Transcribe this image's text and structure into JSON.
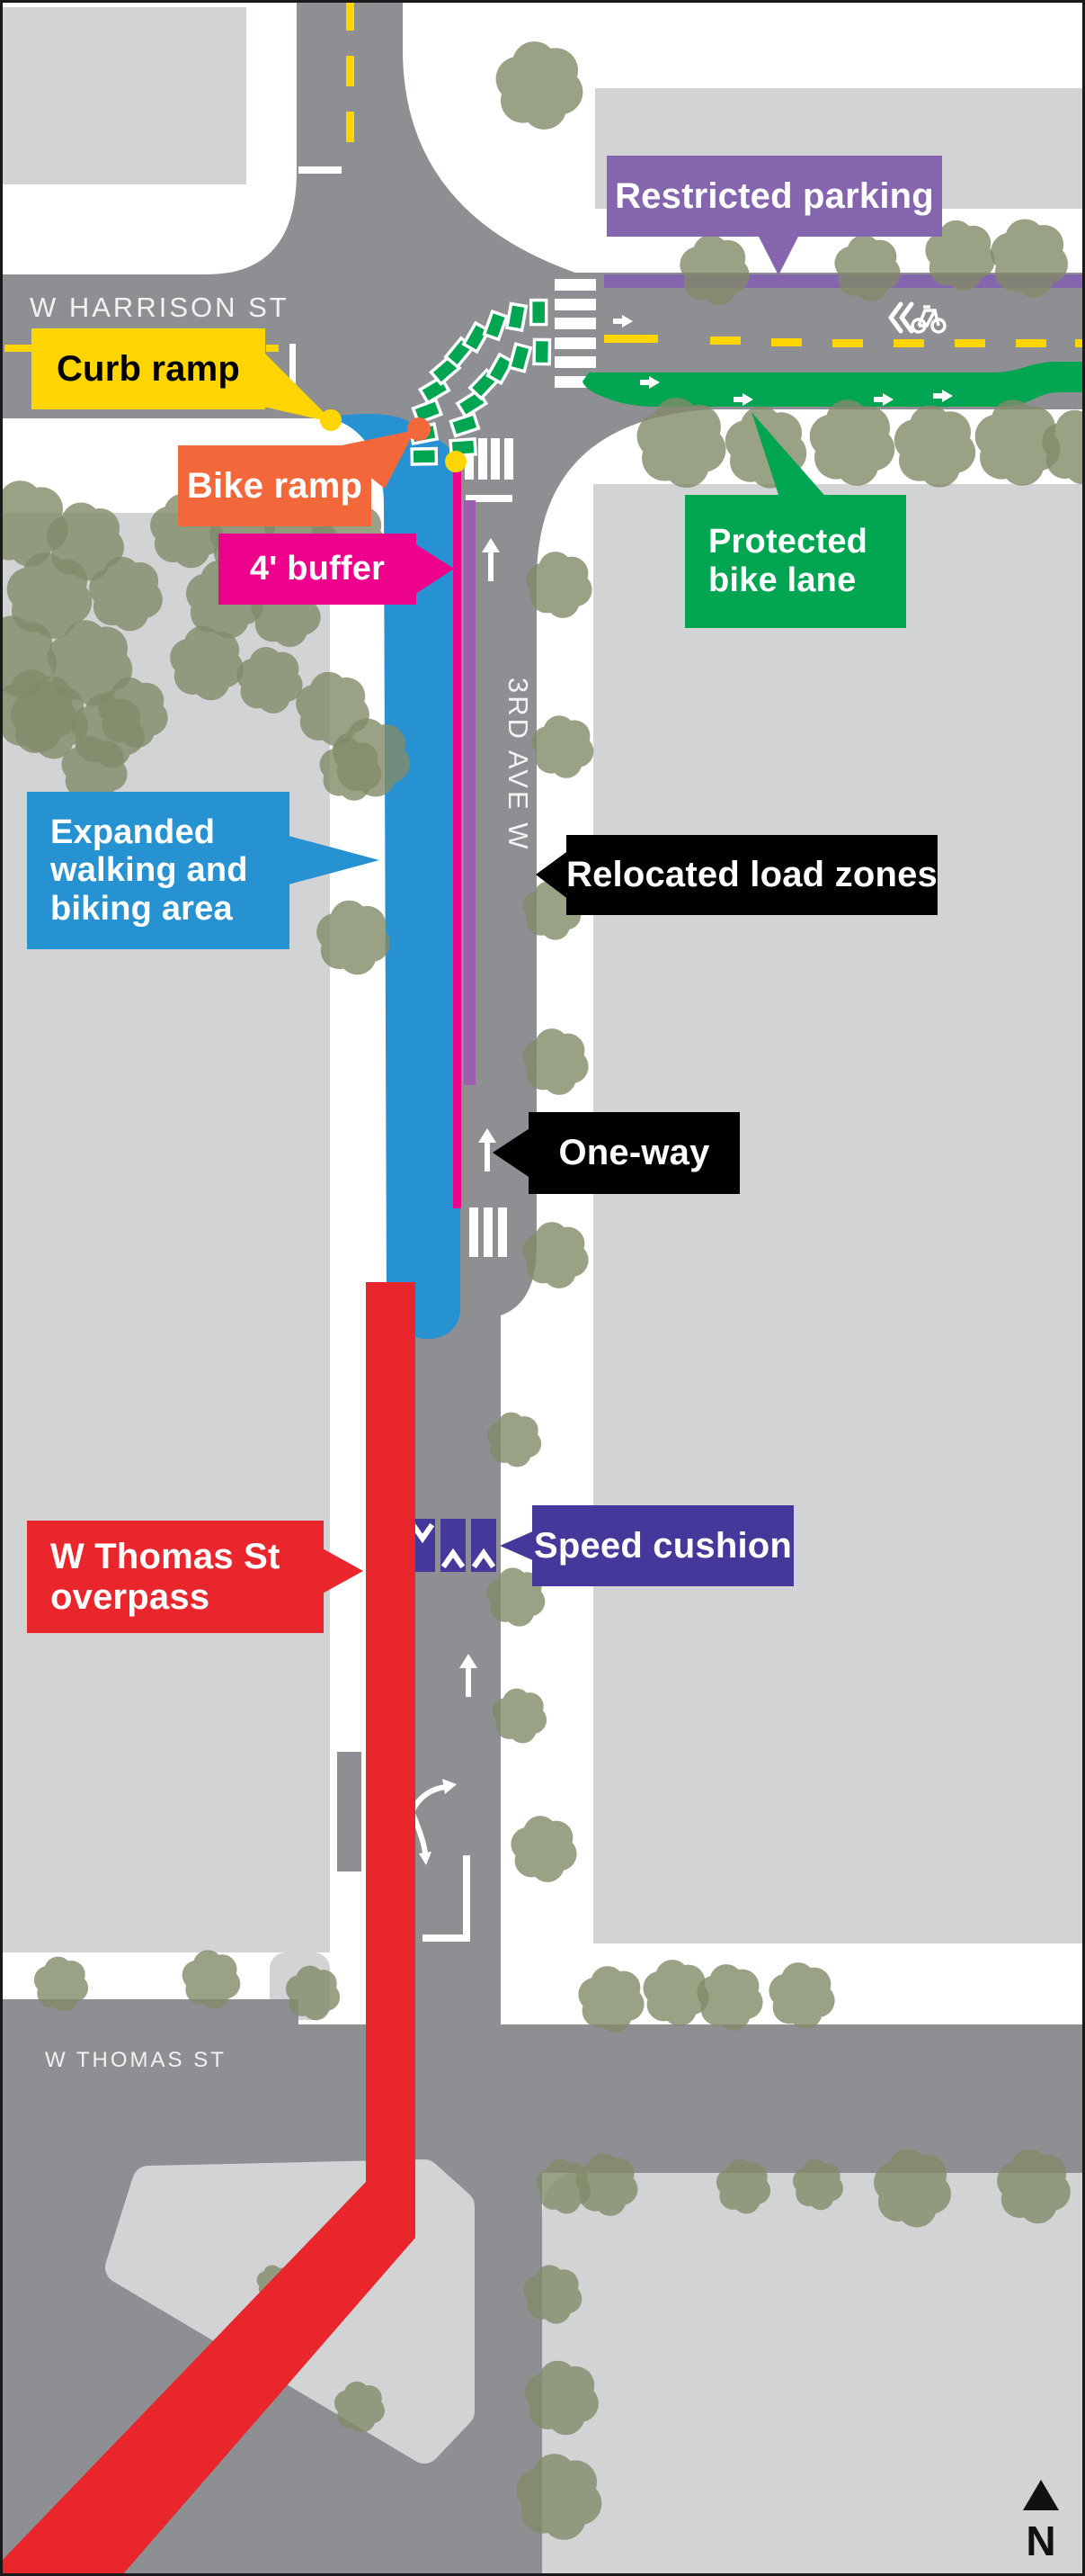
{
  "map": {
    "title_context": "street improvements map",
    "streets": {
      "harrison": "W HARRISON ST",
      "third_ave": "3RD AVE W",
      "thomas": "W THOMAS ST"
    },
    "compass_label": "N",
    "callouts": {
      "curb_ramp": {
        "label": "Curb ramp"
      },
      "bike_ramp": {
        "label": "Bike ramp"
      },
      "buffer": {
        "label": "4' buffer"
      },
      "expanded": {
        "label": "Expanded walking and biking area"
      },
      "relocated": {
        "label": "Relocated load zones"
      },
      "one_way": {
        "label": "One-way"
      },
      "protected": {
        "label": "Protected bike lane"
      },
      "restricted": {
        "label": "Restricted parking"
      },
      "speed": {
        "label": "Speed cushion"
      },
      "overpass": {
        "label": "W Thomas St overpass"
      }
    },
    "colors": {
      "yellow": "#FFD500",
      "orange": "#F2683B",
      "magenta": "#EC008C",
      "blue": "#2792D1",
      "black": "#000000",
      "green": "#00A551",
      "purple": "#8566AE",
      "indigo": "#44399B",
      "red": "#E8262C",
      "road": "#8E8F92",
      "block": "#D2D3D5",
      "tree": "#828B69",
      "load_zone_stripe": "#9C5FB0"
    }
  }
}
